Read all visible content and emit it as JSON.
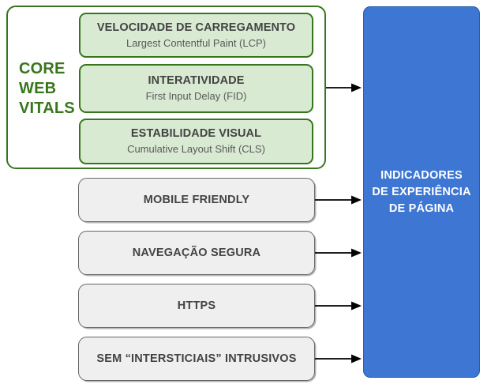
{
  "diagram": {
    "title_group": "CORE\nWEB\nVITALS",
    "core_web_vitals": {
      "label": "CORE WEB VITALS",
      "label_lines": "CORE\nWEB\nVITALS",
      "border_color": "#38761d",
      "text_color": "#38761d",
      "cards": [
        {
          "title": "VELOCIDADE DE CARREGAMENTO",
          "subtitle": "Largest Contentful Paint (LCP)",
          "fill": "#d9ead3",
          "border": "#38761d"
        },
        {
          "title": "INTERATIVIDADE",
          "subtitle": "First Input Delay (FID)",
          "fill": "#d9ead3",
          "border": "#38761d"
        },
        {
          "title": "ESTABILIDADE VISUAL",
          "subtitle": "Cumulative Layout Shift (CLS)",
          "fill": "#d9ead3",
          "border": "#38761d"
        }
      ]
    },
    "other_signals": [
      {
        "title": "MOBILE FRIENDLY",
        "fill": "#efefef",
        "border": "#666666"
      },
      {
        "title": "NAVEGAÇÃO SEGURA",
        "fill": "#efefef",
        "border": "#666666"
      },
      {
        "title": "HTTPS",
        "fill": "#efefef",
        "border": "#666666"
      },
      {
        "title": "SEM “INTERSTICIAIS” INTRUSIVOS",
        "fill": "#efefef",
        "border": "#666666"
      }
    ],
    "outcome": {
      "title": "INDICADORES\nDE EXPERIÊNCIA\nDE PÁGINA",
      "fill": "#3d77d3",
      "text_color": "#ffffff"
    },
    "arrows": {
      "count": 5,
      "color": "#000000",
      "direction": "left-to-right"
    }
  }
}
